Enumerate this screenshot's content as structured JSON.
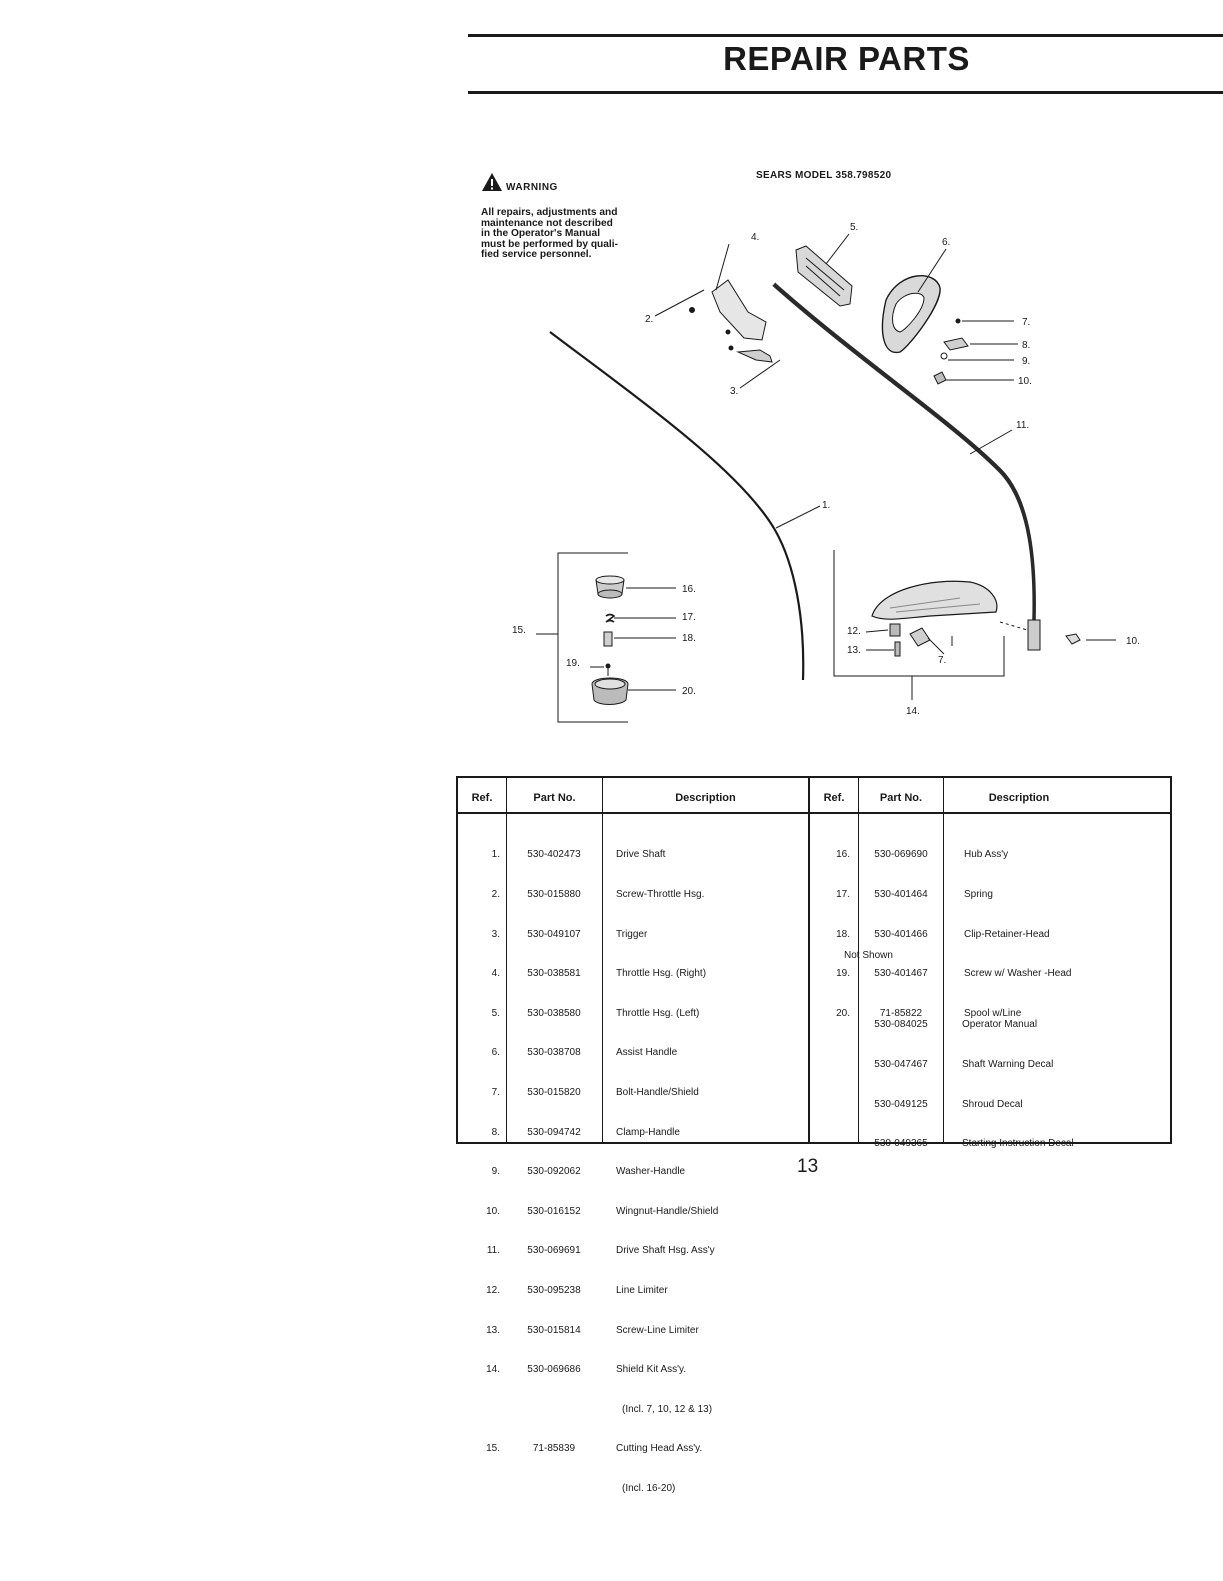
{
  "header": {
    "title": "REPAIR PARTS"
  },
  "warning": {
    "title": "WARNING",
    "lines": [
      "All repairs, adjustments and",
      "maintenance not described",
      "in the Operator's Manual",
      "must be performed by quali-",
      "fied service personnel."
    ]
  },
  "model": "SEARS MODEL 358.798520",
  "callouts": [
    "1.",
    "2.",
    "3.",
    "4.",
    "5.",
    "6.",
    "7.",
    "8.",
    "9.",
    "10.",
    "11.",
    "12.",
    "13.",
    "14.",
    "15.",
    "16.",
    "17.",
    "18.",
    "19.",
    "20."
  ],
  "table": {
    "headers": [
      "Ref.",
      "Part No.",
      "Description",
      "Ref.",
      "Part No.",
      "Description"
    ],
    "left_rows": [
      {
        "ref": "1.",
        "part": "530-402473",
        "desc": "Drive Shaft"
      },
      {
        "ref": "2.",
        "part": "530-015880",
        "desc": "Screw-Throttle Hsg."
      },
      {
        "ref": "3.",
        "part": "530-049107",
        "desc": "Trigger"
      },
      {
        "ref": "4.",
        "part": "530-038581",
        "desc": "Throttle Hsg. (Right)"
      },
      {
        "ref": "5.",
        "part": "530-038580",
        "desc": "Throttle Hsg. (Left)"
      },
      {
        "ref": "6.",
        "part": "530-038708",
        "desc": "Assist Handle"
      },
      {
        "ref": "7.",
        "part": "530-015820",
        "desc": "Bolt-Handle/Shield"
      },
      {
        "ref": "8.",
        "part": "530-094742",
        "desc": "Clamp-Handle"
      },
      {
        "ref": "9.",
        "part": "530-092062",
        "desc": "Washer-Handle"
      },
      {
        "ref": "10.",
        "part": "530-016152",
        "desc": "Wingnut-Handle/Shield"
      },
      {
        "ref": "11.",
        "part": "530-069691",
        "desc": "Drive Shaft Hsg. Ass'y"
      },
      {
        "ref": "12.",
        "part": "530-095238",
        "desc": "Line Limiter"
      },
      {
        "ref": "13.",
        "part": "530-015814",
        "desc": "Screw-Line Limiter"
      },
      {
        "ref": "14.",
        "part": "530-069686",
        "desc": "Shield Kit Ass'y."
      },
      {
        "ref": "",
        "part": "",
        "desc": "(Incl. 7, 10, 12 & 13)"
      },
      {
        "ref": "15.",
        "part": "71-85839",
        "desc": "Cutting Head Ass'y."
      },
      {
        "ref": "",
        "part": "",
        "desc": "(Incl. 16-20)"
      }
    ],
    "right_rows": [
      {
        "ref": "16.",
        "part": "530-069690",
        "desc": "Hub Ass'y"
      },
      {
        "ref": "17.",
        "part": "530-401464",
        "desc": "Spring"
      },
      {
        "ref": "18.",
        "part": "530-401466",
        "desc": "Clip-Retainer-Head"
      },
      {
        "ref": "19.",
        "part": "530-401467",
        "desc": "Screw w/ Washer -Head"
      },
      {
        "ref": "20.",
        "part": "71-85822",
        "desc": "Spool w/Line"
      }
    ],
    "not_shown_label": "Not Shown",
    "not_shown_rows": [
      {
        "part": "530-084025",
        "desc": "Operator Manual"
      },
      {
        "part": "530-047467",
        "desc": "Shaft Warning Decal"
      },
      {
        "part": "530-049125",
        "desc": "Shroud Decal"
      },
      {
        "part": "530-049365",
        "desc": "Starting Instruction Decal"
      }
    ]
  },
  "footer": {
    "page_number": "13"
  }
}
